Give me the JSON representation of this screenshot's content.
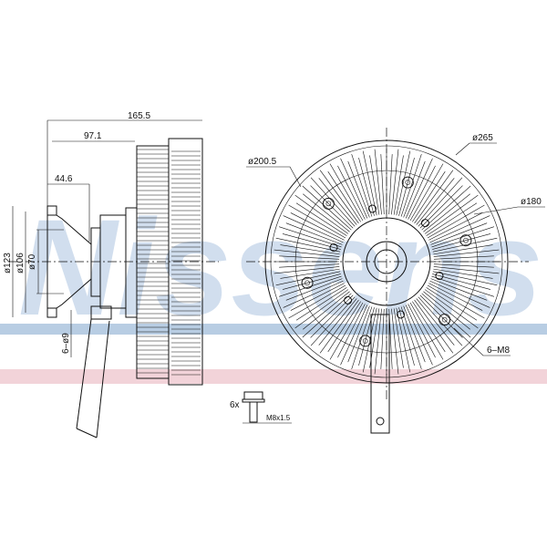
{
  "watermark": {
    "text": "Nissens",
    "blue": "#b8cde3",
    "pink": "#f2d3d9"
  },
  "side_view": {
    "dim_overall_length": "165.5",
    "dim_hub_length": "97.1",
    "dim_flange_length": "44.6",
    "dim_flange_dia": "ø123",
    "dim_bolt_circle": "ø106",
    "dim_pilot_dia": "ø70",
    "dim_holes": "6–ø9"
  },
  "front_view": {
    "dim_outer_dia": "ø265",
    "dim_fin_dia": "ø200.5",
    "dim_bolt_dia": "ø180",
    "dim_threads": "6–M8"
  },
  "bolt_detail": {
    "quantity": "6x",
    "thread": "M8x1.5"
  }
}
